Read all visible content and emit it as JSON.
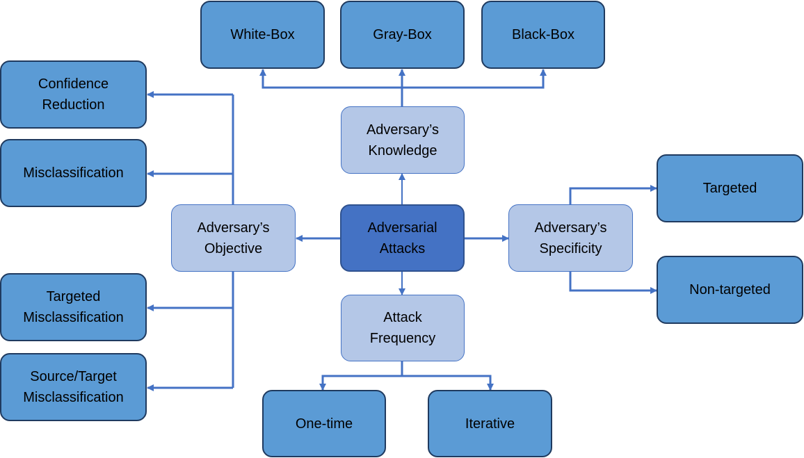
{
  "diagram": {
    "root": {
      "id": "adversarial-attacks",
      "label": "Adversarial\nAttacks"
    },
    "categories": {
      "knowledge": {
        "label": "Adversary’s\nKnowledge"
      },
      "objective": {
        "label": "Adversary’s\nObjective"
      },
      "specificity": {
        "label": "Adversary’s\nSpecificity"
      },
      "frequency": {
        "label": "Attack\nFrequency"
      }
    },
    "leaves": {
      "white_box": "White-Box",
      "gray_box": "Gray-Box",
      "black_box": "Black-Box",
      "confidence_reduction": "Confidence\nReduction",
      "misclassification": "Misclassification",
      "targeted_misclassification": "Targeted\nMisclassification",
      "source_target_misclassification": "Source/Target\nMisclassification",
      "targeted": "Targeted",
      "non_targeted": "Non-targeted",
      "one_time": "One-time",
      "iterative": "Iterative"
    },
    "edges": [
      [
        "adversarial-attacks",
        "knowledge"
      ],
      [
        "adversarial-attacks",
        "objective"
      ],
      [
        "adversarial-attacks",
        "specificity"
      ],
      [
        "adversarial-attacks",
        "frequency"
      ],
      [
        "knowledge",
        "white_box"
      ],
      [
        "knowledge",
        "gray_box"
      ],
      [
        "knowledge",
        "black_box"
      ],
      [
        "objective",
        "confidence_reduction"
      ],
      [
        "objective",
        "misclassification"
      ],
      [
        "objective",
        "targeted_misclassification"
      ],
      [
        "objective",
        "source_target_misclassification"
      ],
      [
        "specificity",
        "targeted"
      ],
      [
        "specificity",
        "non_targeted"
      ],
      [
        "frequency",
        "one_time"
      ],
      [
        "frequency",
        "iterative"
      ]
    ],
    "colors": {
      "leaf_fill": "#5b9bd5",
      "category_fill": "#b4c7e7",
      "root_fill": "#4472c4",
      "connector": "#4472c4"
    }
  }
}
